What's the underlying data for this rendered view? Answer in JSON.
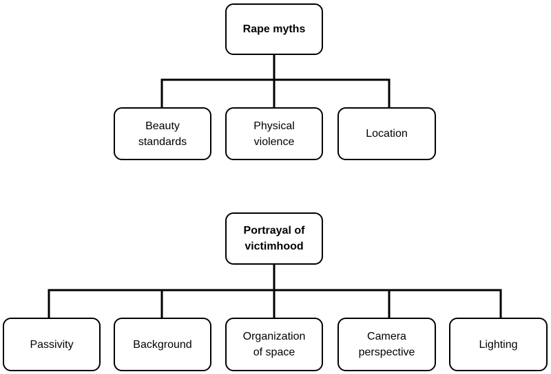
{
  "diagram_1": {
    "root": "Rape myths",
    "children": [
      [
        "Beauty",
        "standards"
      ],
      [
        "Physical",
        "violence"
      ],
      [
        "Location"
      ]
    ]
  },
  "diagram_2": {
    "root": [
      "Portrayal of",
      "victimhood"
    ],
    "children": [
      [
        "Passivity"
      ],
      [
        "Background"
      ],
      [
        "Organization",
        "of space"
      ],
      [
        "Camera",
        "perspective"
      ],
      [
        "Lighting"
      ]
    ]
  }
}
